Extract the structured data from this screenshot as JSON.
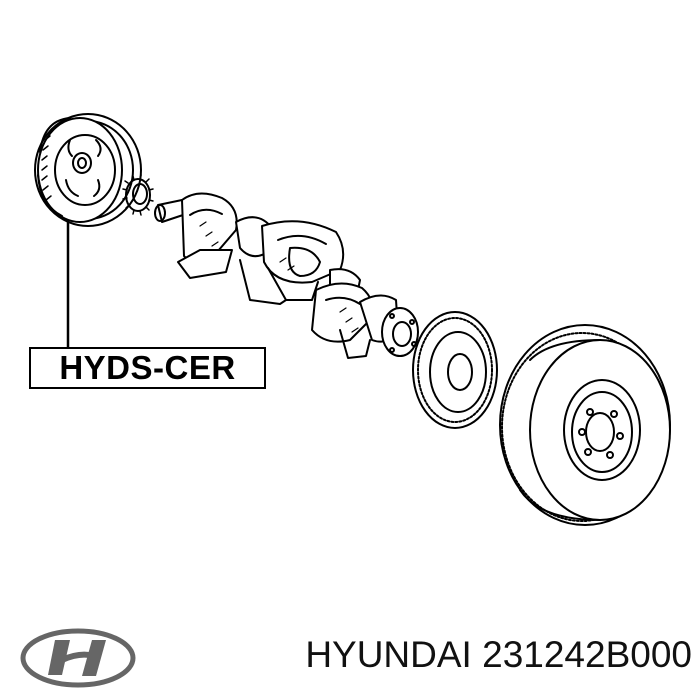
{
  "callout": {
    "label": "HYDS-CER"
  },
  "footer": {
    "brand": "HYUNDAI",
    "part_number": "231242B000",
    "brand_line": "HYUNDAI 231242B000"
  },
  "logo": {
    "name": "hyundai-logo",
    "text": "H"
  },
  "colors": {
    "line": "#000000",
    "text": "#111111",
    "logo": "#666666",
    "background": "#ffffff"
  }
}
